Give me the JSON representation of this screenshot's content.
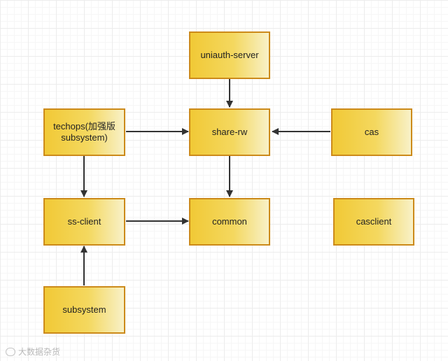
{
  "diagram": {
    "nodes": {
      "uniauth_server": "uniauth-server",
      "techops": "techops(加强版subsystem)",
      "share_rw": "share-rw",
      "cas": "cas",
      "ss_client": "ss-client",
      "common": "common",
      "casclient": "casclient",
      "subsystem": "subsystem"
    },
    "edges": [
      {
        "from": "uniauth-server",
        "to": "share-rw"
      },
      {
        "from": "techops(加强版subsystem)",
        "to": "share-rw"
      },
      {
        "from": "cas",
        "to": "share-rw"
      },
      {
        "from": "techops(加强版subsystem)",
        "to": "ss-client"
      },
      {
        "from": "share-rw",
        "to": "common"
      },
      {
        "from": "ss-client",
        "to": "common"
      },
      {
        "from": "subsystem",
        "to": "ss-client"
      }
    ],
    "colors": {
      "node_fill_start": "#f1c936",
      "node_fill_end": "#f8f1c8",
      "node_border": "#cc8a1a",
      "arrow": "#333333"
    }
  },
  "watermark": {
    "text": "大数据杂货"
  }
}
